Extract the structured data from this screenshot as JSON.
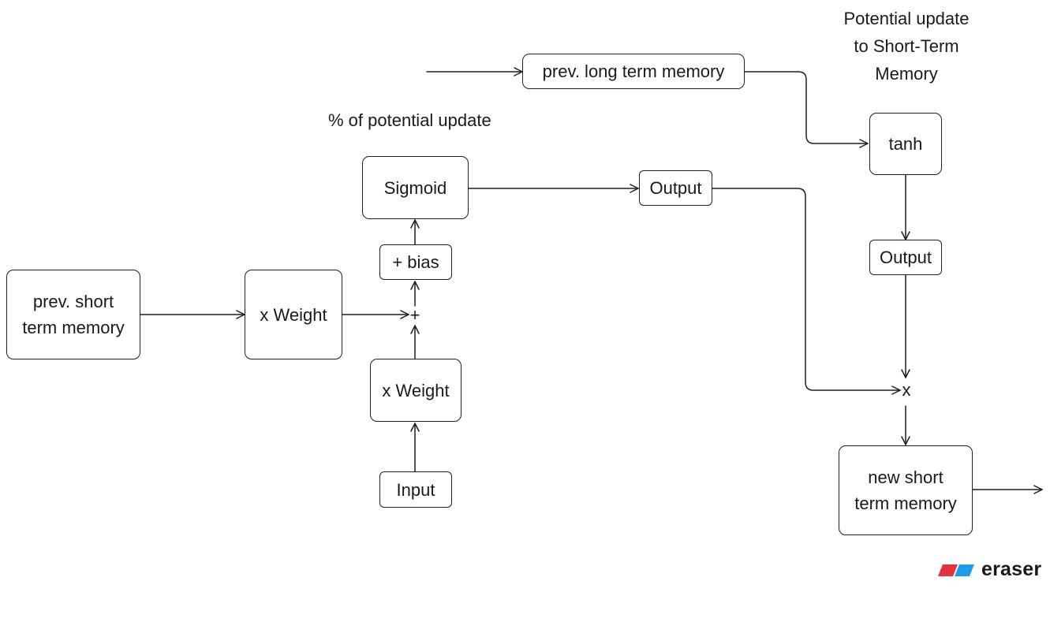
{
  "diagram": {
    "annotations": {
      "potential_update": "Potential update\nto Short-Term\nMemory",
      "percent_update": "% of potential update"
    },
    "nodes": {
      "prev_long_term": "prev. long term memory",
      "prev_short_term": "prev. short\nterm memory",
      "weight_short": "x Weight",
      "weight_input": "x Weight",
      "input": "Input",
      "bias": "+ bias",
      "sigmoid": "Sigmoid",
      "output_sigmoid": "Output",
      "tanh": "tanh",
      "output_tanh": "Output",
      "new_short_term": "new short\nterm memory"
    },
    "operators": {
      "plus": "+",
      "multiply": "x"
    }
  },
  "brand": {
    "name": "eraser",
    "colors": {
      "left": "#e5323c",
      "right": "#1e9be9"
    }
  }
}
